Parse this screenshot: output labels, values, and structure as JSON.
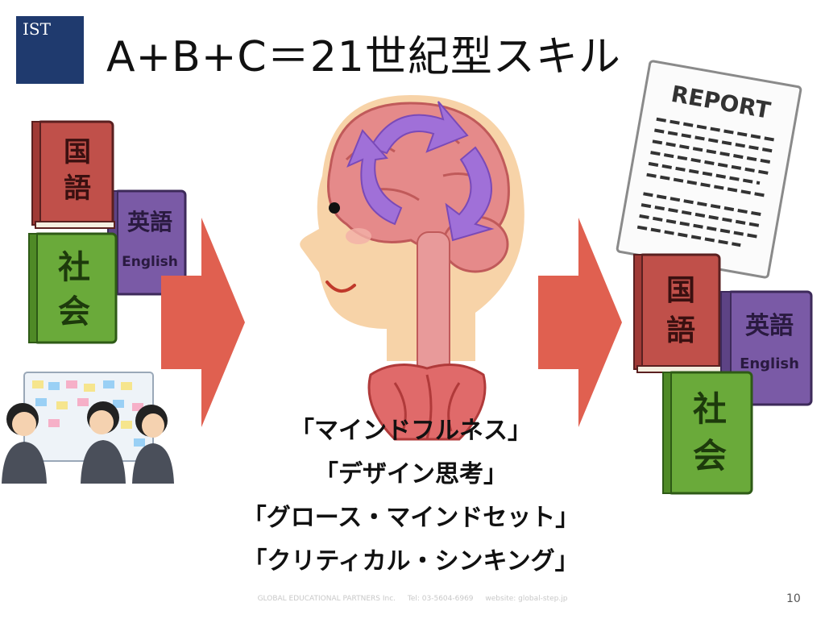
{
  "logo": {
    "text": "IST"
  },
  "title": "A+B+C＝21世紀型スキル",
  "skills": [
    "「マインドフルネス」",
    "「デザイン思考」",
    "「グロース・マインドセット」",
    "「クリティカル・シンキング」"
  ],
  "books": {
    "japanese": "国語",
    "english": "英語",
    "english_sub": "English",
    "social": "社会"
  },
  "report": {
    "heading": "REPORT"
  },
  "footer": {
    "company": "GLOBAL EDUCATIONAL PARTNERS Inc.",
    "tel": "Tel: 03-5604-6969",
    "website": "website: global-step.jp"
  },
  "page_number": "10",
  "colors": {
    "logo_bg": "#1f3a6e",
    "arrow": "#e06050",
    "cycle_arrows": "#a070d8",
    "book_japanese": "#c0504a",
    "book_english": "#7a5aa6",
    "book_social": "#6aaa3a"
  }
}
